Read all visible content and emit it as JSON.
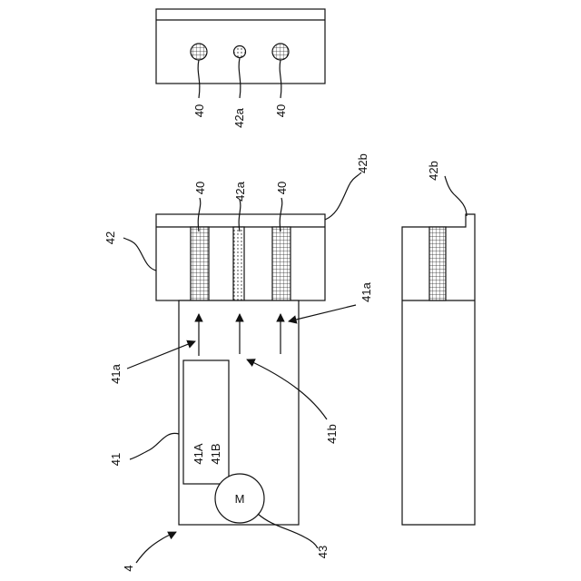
{
  "figure": {
    "ref_device": "4",
    "ref_body": "41",
    "ref_flow_a": "41a",
    "ref_flow_a2": "41a",
    "ref_flow_b": "41b",
    "ref_unit_a": "41A",
    "ref_unit_b": "41B",
    "ref_head": "42",
    "ref_head_top": "42b",
    "ref_side_top": "42b",
    "ref_center_channel": "42a",
    "ref_channel_left": "40",
    "ref_channel_right": "40",
    "ref_motor": "43",
    "motor_symbol": "M",
    "top_view": {
      "ref_left": "40",
      "ref_center": "42a",
      "ref_right": "40"
    }
  },
  "colors": {
    "line": "#111111",
    "background": "#ffffff"
  }
}
